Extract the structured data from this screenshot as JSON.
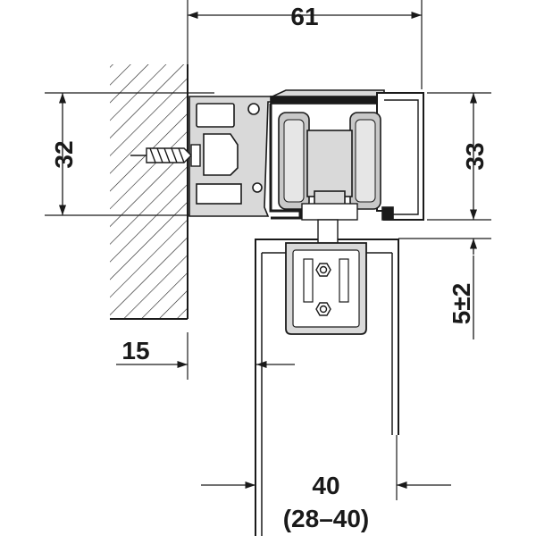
{
  "dimensions": {
    "top_width": "61",
    "left_height": "32",
    "right_height": "33",
    "adjustment": "5±2",
    "wall_offset": "15",
    "door_thickness": "40",
    "door_range": "(28–40)"
  },
  "colors": {
    "line": "#1a1a1a",
    "profile_fill": "#d9d9d9",
    "profile_dark": "#1a1a1a",
    "roller_fill": "#c8c8c8",
    "hatch": "#1a1a1a"
  },
  "icons": {
    "screw": "screw-icon",
    "hex_bolt": "hex-bolt-icon"
  }
}
